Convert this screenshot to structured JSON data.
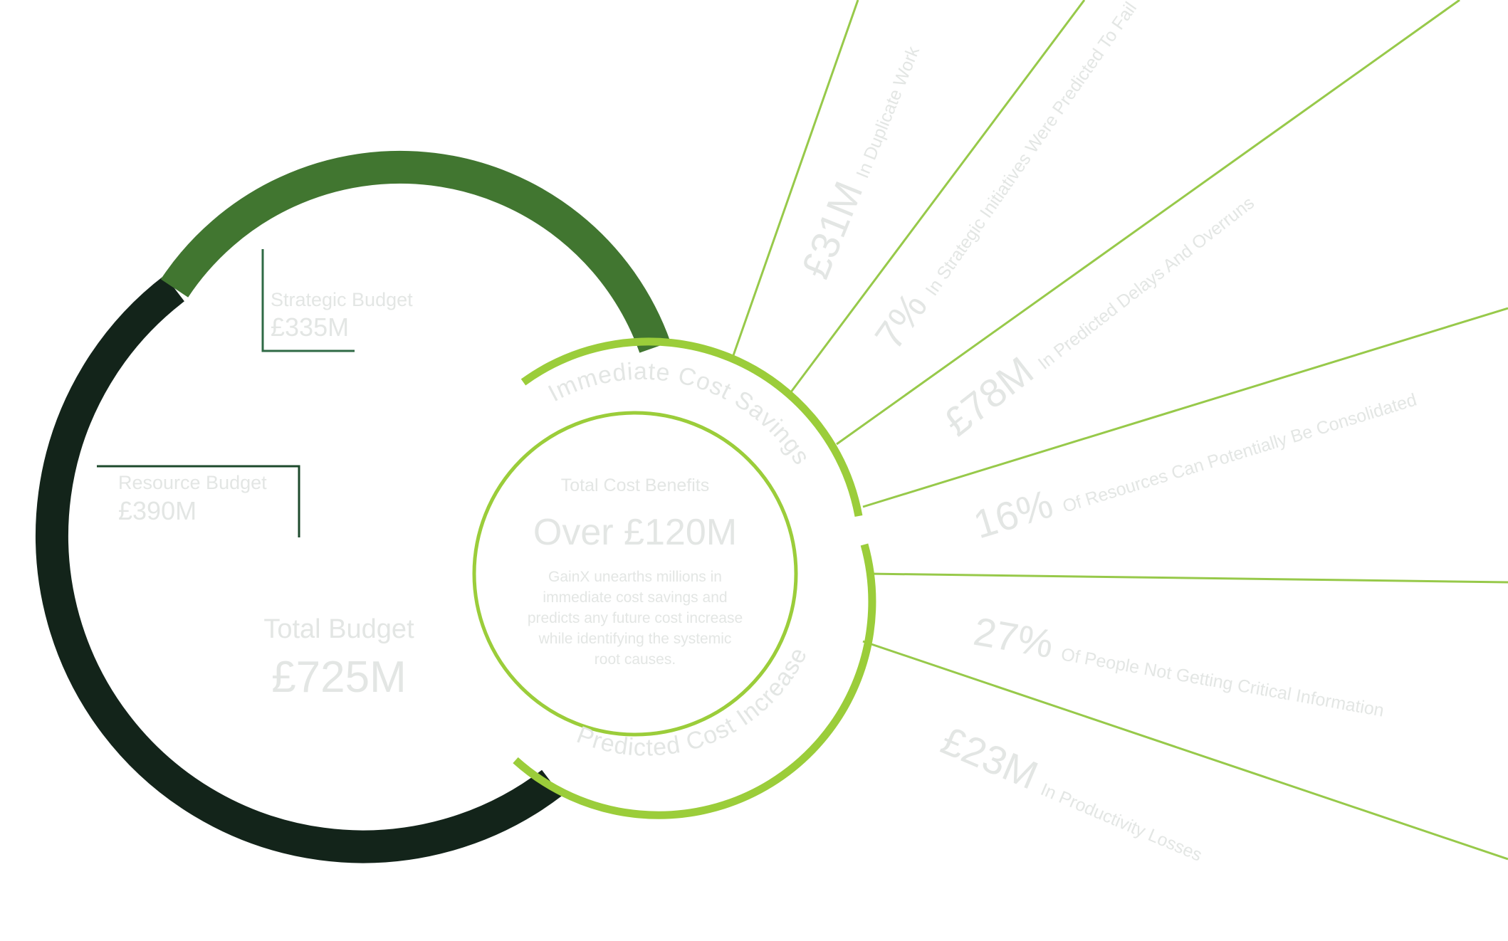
{
  "colors": {
    "dark_ring": "#13241a",
    "green_ring": "#417630",
    "lime": "#9bcd3a",
    "lime_line": "#97c94a",
    "leader": "#2f6a45",
    "faint_text": "#e3e6e4"
  },
  "budget": {
    "title": "Total Budget",
    "total": "£725M",
    "total_value_m": 725,
    "segments": [
      {
        "name": "Strategic Budget",
        "value": "£335M",
        "value_m": 335
      },
      {
        "name": "Resource Budget",
        "value": "£390M",
        "value_m": 390
      }
    ]
  },
  "benefits": {
    "title": "Total Cost Benefits",
    "headline": "Over £120M",
    "description_lines": [
      "GainX unearths millions in",
      "immediate cost savings and",
      "predicts any future cost increase",
      "while identifying the systemic",
      "root causes."
    ],
    "arc_top_label": "Immediate Cost Savings",
    "arc_bottom_label": "Predicted Cost Increase"
  },
  "rays": [
    {
      "value": "£31M",
      "label": "In Duplicate Work"
    },
    {
      "value": "7%",
      "label": "In Strategic Initiatives Were Predicted To Fail"
    },
    {
      "value": "£78M",
      "label": "In Predicted Delays And Overruns"
    },
    {
      "value": "16%",
      "label": "Of Resources Can Potentially Be Consolidated"
    },
    {
      "value": "27%",
      "label": "Of People Not Getting Critical Information"
    },
    {
      "value": "£23M",
      "label": "In Productivity Losses"
    }
  ]
}
